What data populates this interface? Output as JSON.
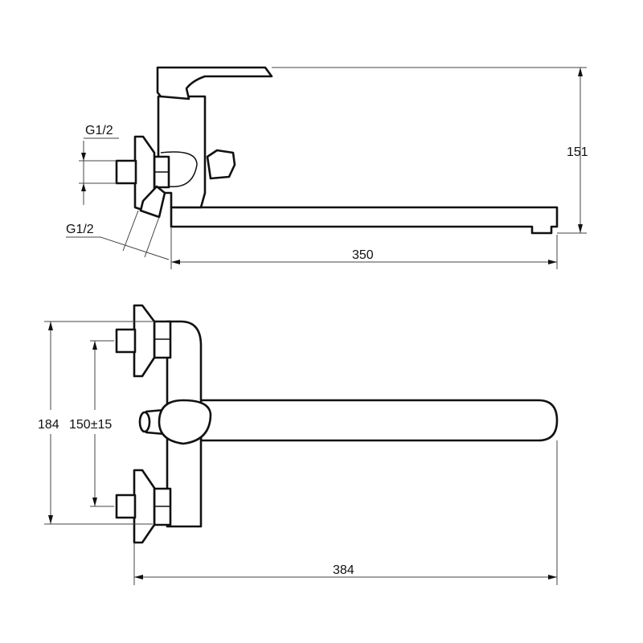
{
  "title": "Bath mixer with long spout – dimension drawing",
  "side_view": {
    "inlet_thread_label": "G1/2",
    "outlet_thread_label": "G1/2",
    "height_label": "151",
    "spout_length_label": "350"
  },
  "front_view": {
    "overall_height_label": "184",
    "inlet_spacing_label": "150±15",
    "overall_width_label": "384"
  }
}
